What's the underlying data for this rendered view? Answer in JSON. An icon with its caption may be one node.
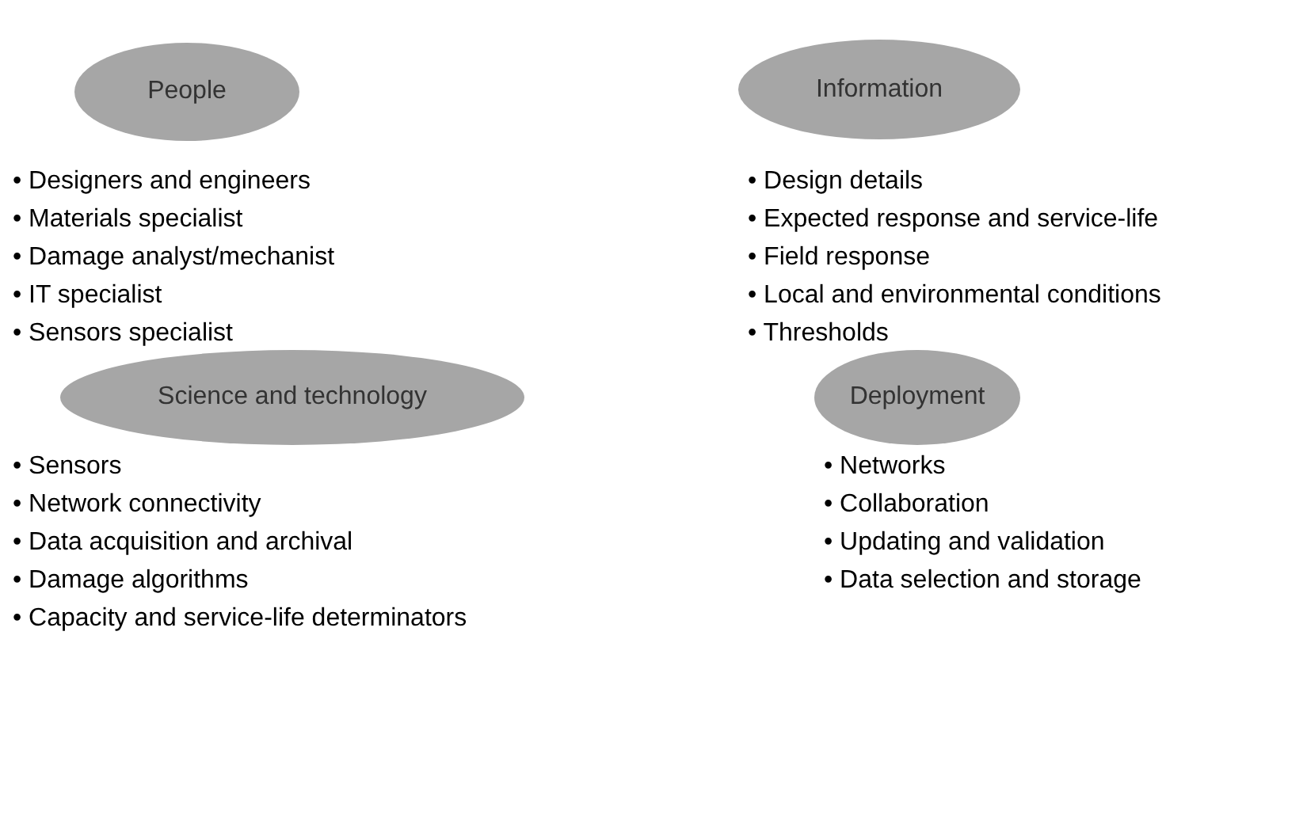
{
  "diagram": {
    "nodes": [
      {
        "text": [
          "People"
        ],
        "beside": [
          "• Designers and engineers",
          "• Materials specialist",
          "• Damage analyst/mechanist",
          "• IT specialist",
          "• Sensors specialist"
        ]
      },
      {
        "text": [
          "Information"
        ],
        "beside": [
          "• Design details",
          "• Expected response and service-life",
          "• Field response",
          "• Local and environmental conditions",
          "• Thresholds"
        ]
      },
      {
        "text": [
          "Science and technology"
        ],
        "beside": [
          "• Sensors",
          "• Network connectivity",
          "• Data acquisition and archival",
          "• Damage algorithms",
          "• Capacity and service-life determinators"
        ]
      },
      {
        "text": [
          "Deployment"
        ],
        "beside": [
          "• Networks",
          "• Collaboration",
          "• Updating and validation",
          "• Data selection and storage"
        ]
      }
    ]
  }
}
